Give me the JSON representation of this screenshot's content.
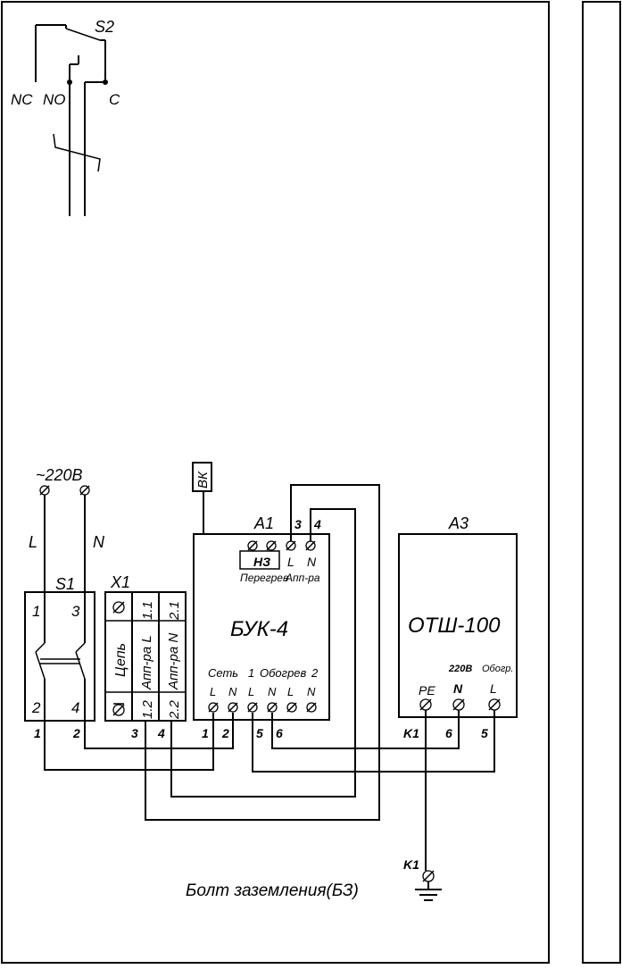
{
  "switch_s2": {
    "ref": "S2",
    "nc": "NC",
    "no": "NO",
    "c": "C"
  },
  "supply": {
    "voltage": "~220В",
    "l": "L",
    "n": "N"
  },
  "switch_s1": {
    "ref": "S1",
    "t1": "1",
    "t3": "3",
    "t2": "2",
    "t4": "4"
  },
  "terminal_x1": {
    "ref": "X1",
    "row_top_rotated": [
      "Цепь",
      "Апп-ра L",
      "Апп-ра N"
    ],
    "row_top_ids": [
      "1.1",
      "2.1"
    ],
    "row_bottom_ids": [
      "1.2",
      "2.2"
    ]
  },
  "sensor_bk": {
    "label": "ВК"
  },
  "unit_a1": {
    "ref": "A1",
    "name": "БУК-4",
    "nz": "НЗ",
    "overheat": "Перегрев",
    "appara": "Апп-ра",
    "top_l": "L",
    "top_n": "N",
    "top_num_3": "3",
    "top_num_4": "4",
    "group_net": "Сеть",
    "group_1": "1",
    "group_heat": "Обогрев",
    "group_2": "2",
    "pins": [
      "L",
      "N",
      "L",
      "N",
      "L",
      "N"
    ]
  },
  "unit_a3": {
    "ref": "A3",
    "name": "ОТШ-100",
    "pe": "PE",
    "v220": "220В",
    "n": "N",
    "heat": "Обогр.",
    "l": "L"
  },
  "wire_numbers": [
    "1",
    "2",
    "3",
    "4",
    "1",
    "2",
    "5",
    "6",
    "K1",
    "6",
    "5"
  ],
  "ground": {
    "k1": "K1",
    "caption": "Болт заземления(БЗ)"
  }
}
